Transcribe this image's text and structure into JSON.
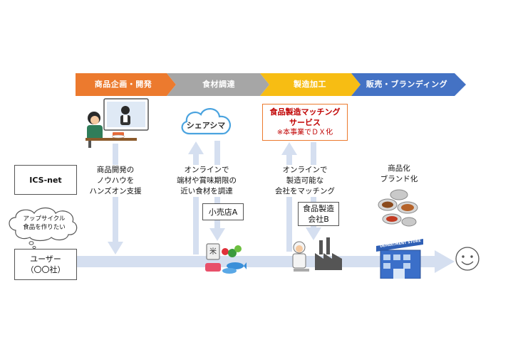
{
  "stages": [
    {
      "label": "商品企画・開発",
      "color": "#ec7a2e"
    },
    {
      "label": "食材調達",
      "color": "#a6a6a6"
    },
    {
      "label": "製造加工",
      "color": "#f7bd13"
    },
    {
      "label": "販売・ブランディング",
      "color": "#4472c4"
    }
  ],
  "share_logo": "シェアシマ",
  "matching": {
    "line1": "食品製造マッチング",
    "line2": "サービス",
    "note": "※本事業でＤＸ化"
  },
  "ics_net": "ICS-net",
  "bubble": {
    "line1": "アップサイクル",
    "line2": "食品を作りたい"
  },
  "user": {
    "line1": "ユーザー",
    "line2": "（〇〇社）"
  },
  "desc_planning": {
    "line1": "商品開発の",
    "line2": "ノウハウを",
    "line3": "ハンズオン支援"
  },
  "desc_procure": {
    "line1": "オンラインで",
    "line2": "端材や賞味期限の",
    "line3": "近い食材を調達"
  },
  "retailer": "小売店A",
  "desc_manufacture": {
    "line1": "オンラインで",
    "line2": "製造可能な",
    "line3": "会社をマッチング"
  },
  "maker": {
    "line1": "食品製造",
    "line2": "会社B"
  },
  "desc_sales": {
    "line1": "商品化",
    "line2": "ブランド化"
  },
  "store_sign": "DEPARTMENT STORE",
  "colors": {
    "flow": "#d5dff0",
    "matching_border": "#ec7a2e",
    "matching_text": "#c00000"
  }
}
